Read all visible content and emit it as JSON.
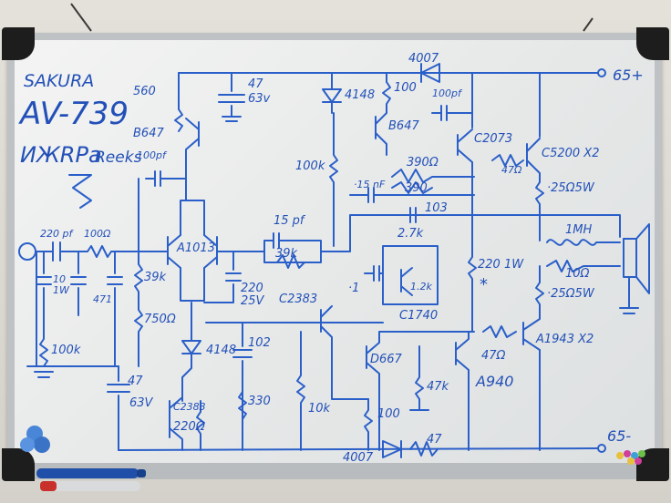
{
  "board": {
    "title_line1": "SAKURA",
    "title_line2": "AV-739",
    "title_line3": "ИЖRPa",
    "title_line4": "Reeks",
    "colors": {
      "ink": "#2a5fc9",
      "board": "#eef0ef",
      "frame": "#bfc2c4",
      "corner": "#1d1d1d"
    }
  },
  "labels": {
    "vplus": "65+",
    "vminus": "65-",
    "d_top": "4007",
    "d_bottom": "4007",
    "r_top_left": "560",
    "q_b647_left": "B647",
    "c_b647_left": "100pf",
    "c_47_63v_top_a": "47",
    "c_47_63v_top_b": "63v",
    "d_4148_top": "4148",
    "r_100_top": "100",
    "q_b647_right": "B647",
    "c_100pf_right": "100pf",
    "q_c2073": "C2073",
    "q_c5200": "C5200 X2",
    "r_47_out": "47Ω",
    "r_025_top": "·25Ω5W",
    "r_100k_mid": "100k",
    "r_390_a": "390Ω",
    "r_390_b": "390",
    "c_15nf": "·15 nF",
    "c_103": "103",
    "c_15pf": "15 pf",
    "r_39k_fb": "39k",
    "l_1mh": "1MH",
    "r_10_zobel": "10Ω",
    "r_025_bot": "·25Ω5W",
    "c_220pf": "220 pf",
    "r_100_in": "100Ω",
    "c_10_1w_a": "10",
    "c_10_1w_b": "1W",
    "c_471": "471",
    "q_a1013": "A1013",
    "r_39k_a": "39k",
    "r_750": "750Ω",
    "c_220_25v_a": "220",
    "c_220_25v_b": "25V",
    "q_c2383_mid": "C2383",
    "r_2k7": "2.7k",
    "c_point1": "·1",
    "r_1k2": "1.2k",
    "q_c1740": "C1740",
    "r_220_1w": "220 1W",
    "asterisk": "*",
    "r_100k_in": "100k",
    "d_4148_bot": "4148",
    "c_102": "102",
    "c_47_63v_bot_a": "47",
    "c_47_63v_bot_b": "63V",
    "q_c2383_bot": "C2383",
    "r_220_bot": "220Ω",
    "r_330": "330",
    "r_10k": "10k",
    "q_d667": "D667",
    "r_47k": "47k",
    "r_47_drv": "47Ω",
    "q_a940": "A940",
    "q_a1943": "A1943 X2",
    "r_100_bot": "100",
    "r_47_bot": "47"
  }
}
